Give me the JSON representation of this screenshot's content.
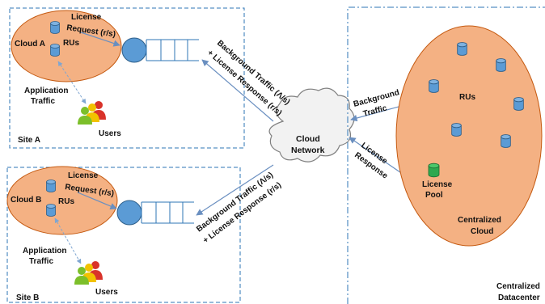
{
  "site_a": {
    "site_label": "Site A",
    "cloud_label": "Cloud A",
    "rus_label": "RUs",
    "license_request_line1": "License",
    "license_request_line2": "Request (r/s)",
    "app_traffic_line1": "Application",
    "app_traffic_line2": "Traffic",
    "users_label": "Users"
  },
  "site_b": {
    "site_label": "Site B",
    "cloud_label": "Cloud B",
    "rus_label": "RUs",
    "license_request_line1": "License",
    "license_request_line2": "Request (r/s)",
    "app_traffic_line1": "Application",
    "app_traffic_line2": "Traffic",
    "users_label": "Users"
  },
  "links": {
    "upper_line1": "Background Traffic (Λ/s)",
    "upper_line2": "+ License Response (r/s)",
    "lower_line1": "Background Traffic (Λ/s)",
    "lower_line2": "+ License Response (r/s)",
    "dc_background_line1": "Background",
    "dc_background_line2": "Traffic",
    "dc_response_line1": "License",
    "dc_response_line2": "Response"
  },
  "network": {
    "label_line1": "Cloud",
    "label_line2": "Network"
  },
  "datacenter": {
    "rus_label": "RUs",
    "license_pool_line1": "License",
    "license_pool_line2": "Pool",
    "centralized_cloud_line1": "Centralized",
    "centralized_cloud_line2": "Cloud",
    "datacenter_line1": "Centralized",
    "datacenter_line2": "Datacenter"
  },
  "colors": {
    "ellipse_fill": "#f4b183",
    "ellipse_stroke": "#c55a11",
    "box_stroke": "#2e75b6",
    "ru_fill": "#5b9bd5",
    "ru_stroke": "#2e5f8a",
    "queue_circle": "#5b9bd5",
    "arrow": "#6a8fc0",
    "license_pool": "#2fa84f"
  }
}
